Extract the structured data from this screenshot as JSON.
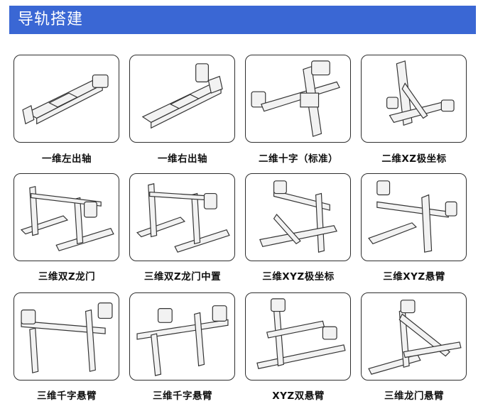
{
  "header": {
    "title": "导轨搭建"
  },
  "items": [
    {
      "label": "一维左出轴",
      "icon": "single-axis-left-motor"
    },
    {
      "label": "一维右出轴",
      "icon": "single-axis-right-motor"
    },
    {
      "label": "二维十字（标准）",
      "icon": "two-axis-cross"
    },
    {
      "label": "二维XZ极坐标",
      "icon": "two-axis-xz-polar"
    },
    {
      "label": "三维双Z龙门",
      "icon": "three-axis-dual-z-gantry"
    },
    {
      "label": "三维双Z龙门中置",
      "icon": "three-axis-dual-z-gantry-center"
    },
    {
      "label": "三维XYZ极坐标",
      "icon": "three-axis-xyz-polar"
    },
    {
      "label": "三维XYZ悬臂",
      "icon": "three-axis-xyz-cantilever"
    },
    {
      "label": "三维千字悬臂",
      "icon": "three-axis-qian-cantilever-a"
    },
    {
      "label": "三维千字悬臂",
      "icon": "three-axis-qian-cantilever-b"
    },
    {
      "label": "XYZ双悬臂",
      "icon": "xyz-dual-cantilever"
    },
    {
      "label": "三维龙门悬臂",
      "icon": "three-axis-gantry-cantilever"
    }
  ]
}
